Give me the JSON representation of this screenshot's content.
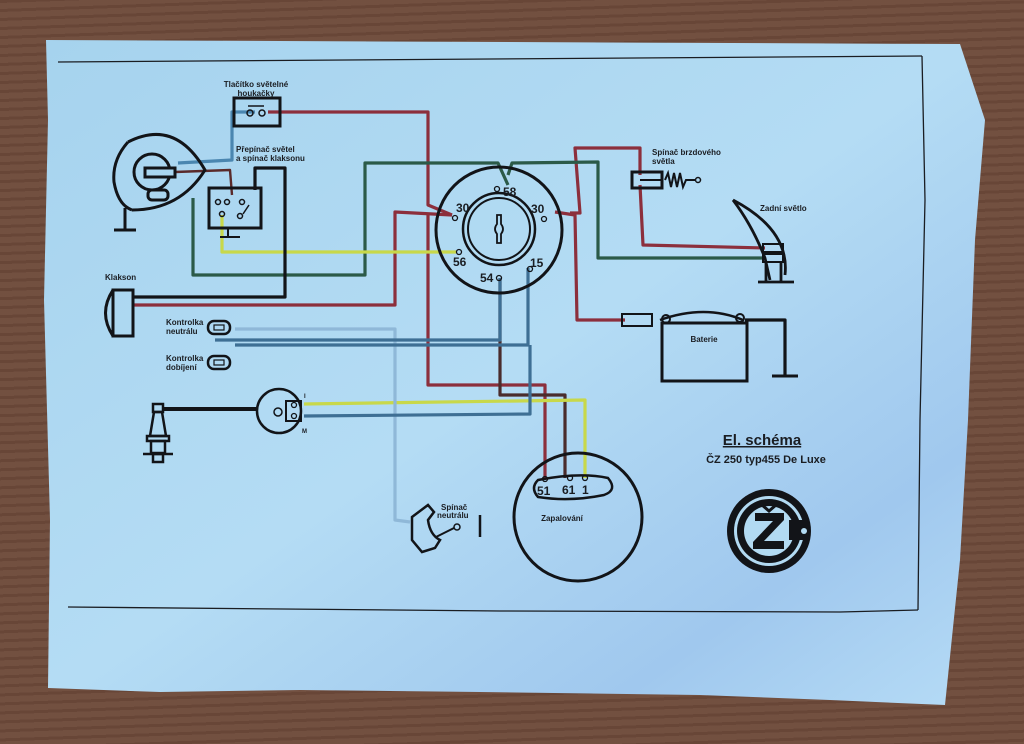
{
  "document": {
    "title": "El. schéma",
    "subtitle": "ČZ 250 typ455 De Luxe",
    "logo": "ČZ logo"
  },
  "components": {
    "headlight_flasher_button": {
      "label_line1": "Tlačítko světelné",
      "label_line2": "houkačky"
    },
    "light_switch": {
      "label_line1": "Přepínač světel",
      "label_line2": "a spínač klaksonu"
    },
    "brake_light_switch": {
      "label_line1": "Spínač brzdového",
      "label_line2": "světla"
    },
    "rear_light": {
      "label": "Zadní světlo"
    },
    "horn": {
      "label": "Klakson"
    },
    "neutral_indicator": {
      "label_line1": "Kontrolka",
      "label_line2": "neutrálu"
    },
    "charge_indicator": {
      "label_line1": "Kontrolka",
      "label_line2": "dobíjení"
    },
    "battery": {
      "label": "Baterie"
    },
    "ignition_switch": {
      "terminals": [
        "58",
        "30",
        "30",
        "56",
        "54",
        "15"
      ]
    },
    "ignition": {
      "label": "Zapalování",
      "terminals": [
        "51",
        "61",
        "1"
      ]
    },
    "neutral_switch": {
      "label_line1": "Spínač",
      "label_line2": "neutrálu"
    },
    "breaker_points": {
      "terminal_top": "I",
      "terminal_bottom": "M"
    }
  },
  "wire_colors": {
    "red": "#8c2f3c",
    "green": "#2b5a48",
    "yellow": "#c8d84a",
    "blue": "#4a86b0",
    "black": "#121418"
  },
  "paper_color": "#a9d6f0"
}
